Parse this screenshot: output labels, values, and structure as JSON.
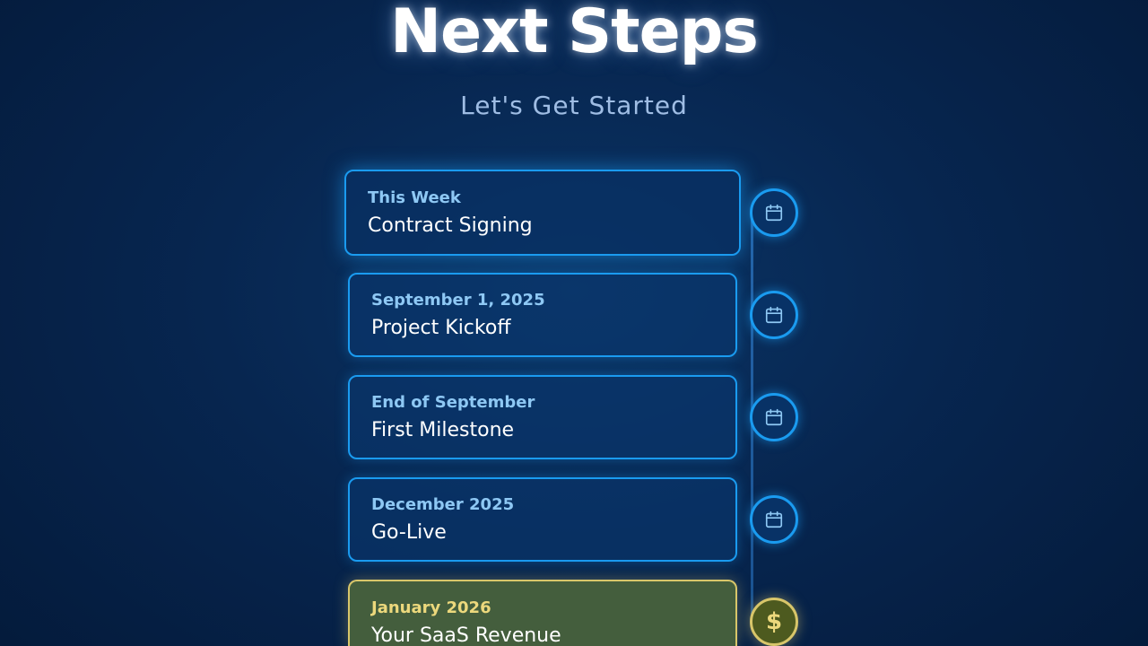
{
  "header": {
    "title": "Next Steps",
    "subtitle": "Let's Get Started"
  },
  "timeline": {
    "steps": [
      {
        "date": "This Week",
        "name": "Contract Signing",
        "icon": "calendar-icon"
      },
      {
        "date": "September 1, 2025",
        "name": "Project Kickoff",
        "icon": "calendar-icon"
      },
      {
        "date": "End of September",
        "name": "First Milestone",
        "icon": "calendar-icon"
      },
      {
        "date": "December 2025",
        "name": "Go-Live",
        "icon": "calendar-icon"
      },
      {
        "date": "January 2026",
        "name": "Your SaaS Revenue",
        "icon": "dollar-icon",
        "dollar_glyph": "$"
      }
    ]
  },
  "colors": {
    "accent_blue": "#1a9bf0",
    "label_blue": "#8ec8f4",
    "revenue_gold": "#d8c66a",
    "revenue_fill": "#445e3d",
    "background": "#062247"
  }
}
